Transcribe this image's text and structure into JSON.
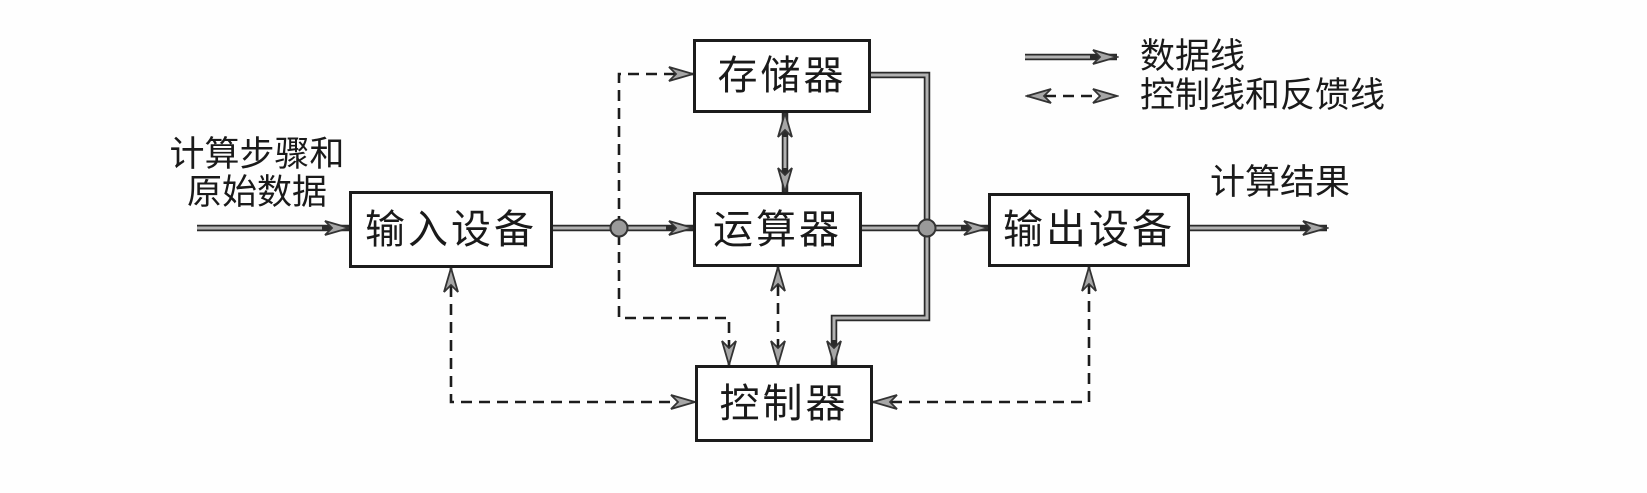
{
  "figure": {
    "title_hint": "computer architecture block diagram",
    "nodes": {
      "memory": {
        "label": "存储器"
      },
      "alu": {
        "label": "运算器"
      },
      "input": {
        "label": "输入设备"
      },
      "output": {
        "label": "输出设备"
      },
      "control": {
        "label": "控制器"
      }
    },
    "annotations": {
      "input_caption_line1": "计算步骤和",
      "input_caption_line2": "原始数据",
      "result_caption": "计算结果"
    },
    "legend": {
      "data_line_label": "数据线",
      "control_line_label": "控制线和反馈线"
    },
    "edges": [
      {
        "from": "external-input-caption",
        "to": "input",
        "type": "data",
        "bidirectional": false
      },
      {
        "from": "input",
        "to": "alu",
        "type": "data",
        "bidirectional": false
      },
      {
        "from": "memory",
        "to": "alu",
        "type": "data",
        "bidirectional": true
      },
      {
        "from": "alu",
        "to": "output",
        "type": "data",
        "bidirectional": false
      },
      {
        "from": "memory",
        "to": "control",
        "type": "data",
        "bidirectional": false
      },
      {
        "from": "output",
        "to": "external-result-caption",
        "type": "data",
        "bidirectional": false
      },
      {
        "from": "control",
        "to": "memory",
        "type": "control",
        "bidirectional": false
      },
      {
        "from": "alu",
        "to": "control",
        "type": "control",
        "bidirectional": true
      },
      {
        "from": "input",
        "to": "control",
        "type": "control",
        "bidirectional": true
      },
      {
        "from": "output",
        "to": "control",
        "type": "control",
        "bidirectional": true
      }
    ],
    "colors": {
      "line_dark": "#2a2a2a",
      "data_line_core": "#b2b2b2",
      "arrow_fill": "#a6a6a6",
      "junction_fill": "#9a9a9a",
      "text": "#1a1a1a",
      "background": "#fefefe"
    }
  }
}
